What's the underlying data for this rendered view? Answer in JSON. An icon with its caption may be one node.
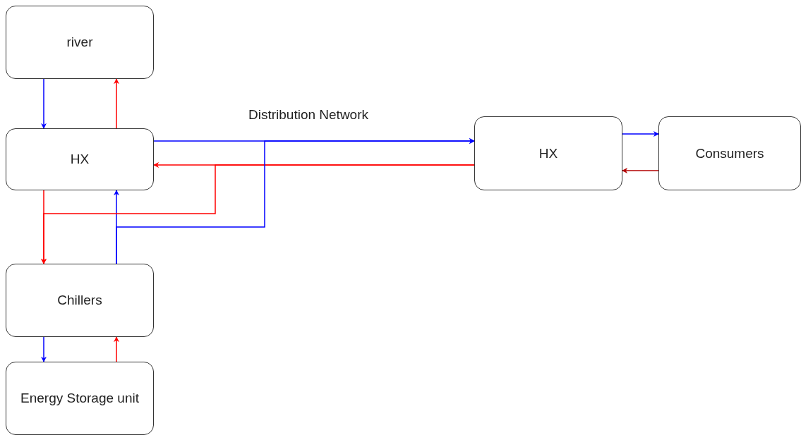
{
  "diagram": {
    "nodes": [
      {
        "text": [
          "river"
        ]
      },
      {
        "text": [
          "HX"
        ]
      },
      {
        "text": [
          "Chillers"
        ]
      },
      {
        "text": [
          "Energy Storage unit"
        ]
      },
      {
        "text": [
          "HX"
        ]
      },
      {
        "text": [
          "Consumers"
        ]
      }
    ],
    "edges": [
      {
        "from": 0,
        "to": 1,
        "arrow": "to",
        "color": "#0000ff"
      },
      {
        "from": 1,
        "to": 0,
        "arrow": "to",
        "color": "#ff0000"
      },
      {
        "from": 1,
        "to": 4,
        "arrow": "to",
        "color": "#0000ff",
        "label": "Distribution Network"
      },
      {
        "from": 4,
        "to": 1,
        "arrow": "to",
        "color": "#ff0000"
      },
      {
        "from": 1,
        "to": 2,
        "arrow": "to",
        "color": "#ff0000"
      },
      {
        "from": 2,
        "to": 1,
        "arrow": "to",
        "color": "#0000ff"
      },
      {
        "from": 4,
        "to": 2,
        "arrow": "to",
        "color": "#ff0000"
      },
      {
        "from": 2,
        "to": 4,
        "arrow": "to",
        "color": "#0000ff"
      },
      {
        "from": 2,
        "to": 3,
        "arrow": "to",
        "color": "#0000ff"
      },
      {
        "from": 3,
        "to": 2,
        "arrow": "to",
        "color": "#ff0000"
      },
      {
        "from": 4,
        "to": 5,
        "arrow": "to",
        "color": "#0000ff"
      },
      {
        "from": 5,
        "to": 4,
        "arrow": "to",
        "color": "#b20000"
      }
    ]
  }
}
